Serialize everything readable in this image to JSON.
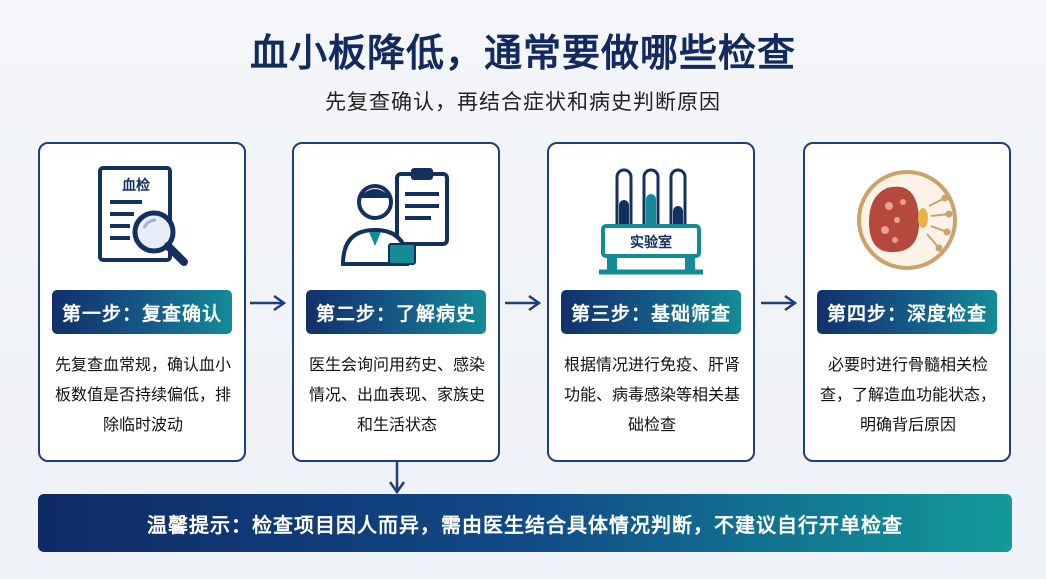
{
  "header": {
    "title": "血小板降低，通常要做哪些检查",
    "subtitle": "先复查确认，再结合症状和病史判断原因"
  },
  "steps": [
    {
      "label": "第一步：复查确认",
      "icon": "blood-test-report-magnifier-icon",
      "icon_text": "血检",
      "desc": "先复查血常规，确认血小板数值是否持续偏低，排除临时波动"
    },
    {
      "label": "第二步：了解病史",
      "icon": "doctor-clipboard-icon",
      "desc": "医生会询问用药史、感染情况、出血表现、家族史和生活状态"
    },
    {
      "label": "第三步：基础筛查",
      "icon": "lab-test-tubes-icon",
      "icon_text": "实验室",
      "desc": "根据情况进行免疫、肝肾功能、病毒感染等相关基础检查"
    },
    {
      "label": "第四步：深度检查",
      "icon": "bone-marrow-cell-icon",
      "desc": "必要时进行骨髓相关检查，了解造血功能状态，明确背后原因"
    }
  ],
  "tip": {
    "text": "温馨提示：检查项目因人而异，需由医生结合具体情况判断，不建议自行开单检查"
  },
  "colors": {
    "navy": "#12306a",
    "teal": "#138c97",
    "border": "#1d3f7a"
  }
}
